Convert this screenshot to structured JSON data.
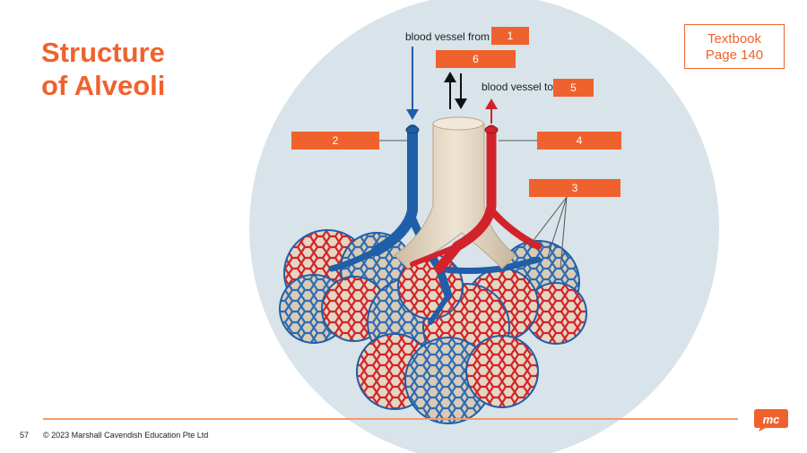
{
  "slide": {
    "title_lines": [
      "Structure",
      "of Alveoli"
    ],
    "reference_lines": [
      "Textbook",
      "Page 140"
    ],
    "page_number": "57",
    "copyright": "© 2023 Marshall Cavendish Education Pte Ltd",
    "logo_text": "mc"
  },
  "diagram": {
    "text_from": "blood vessel from",
    "text_to": "blood vessel to",
    "labels": [
      "1",
      "2",
      "3",
      "4",
      "5",
      "6"
    ]
  },
  "colors": {
    "accent": "#f0622d",
    "circle_background": "#d8e3ea",
    "deoxygenated_vessel": "#1f5ea8",
    "oxygenated_vessel": "#d2232a",
    "airway": "#e6d8c4"
  }
}
